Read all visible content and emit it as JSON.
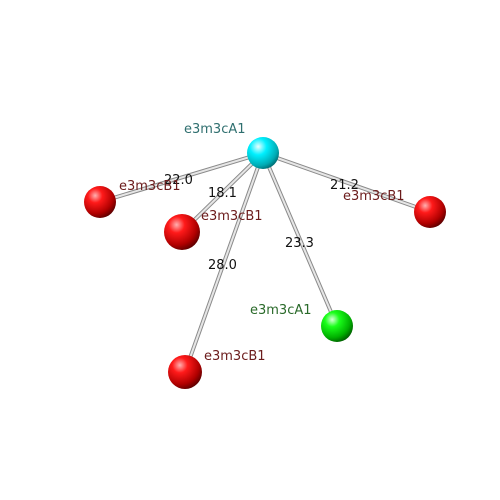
{
  "colors": {
    "background": "#ffffff",
    "bond": "#bdbdbd",
    "cyan_atom": "#00e5ee",
    "red_atom": "#e00000",
    "green_atom": "#00dd00",
    "label_cyan": "#2f6f6f",
    "label_red": "#6b1b1b",
    "label_green": "#2a6a2a"
  },
  "nodes": [
    {
      "id": "center",
      "label": "e3m3cA1",
      "kind": "cyan"
    },
    {
      "id": "left",
      "label": "e3m3cB1",
      "kind": "red"
    },
    {
      "id": "mid",
      "label": "e3m3cB1",
      "kind": "red"
    },
    {
      "id": "right",
      "label": "e3m3cB1",
      "kind": "red"
    },
    {
      "id": "green",
      "label": "e3m3cA1",
      "kind": "green"
    },
    {
      "id": "bottom",
      "label": "e3m3cB1",
      "kind": "red"
    }
  ],
  "edges": [
    {
      "from": "center",
      "to": "left",
      "label": "22.0"
    },
    {
      "from": "center",
      "to": "mid",
      "label": "18.1"
    },
    {
      "from": "center",
      "to": "right",
      "label": "21.2"
    },
    {
      "from": "center",
      "to": "green",
      "label": "23.3"
    },
    {
      "from": "center",
      "to": "bottom",
      "label": "28.0"
    }
  ]
}
